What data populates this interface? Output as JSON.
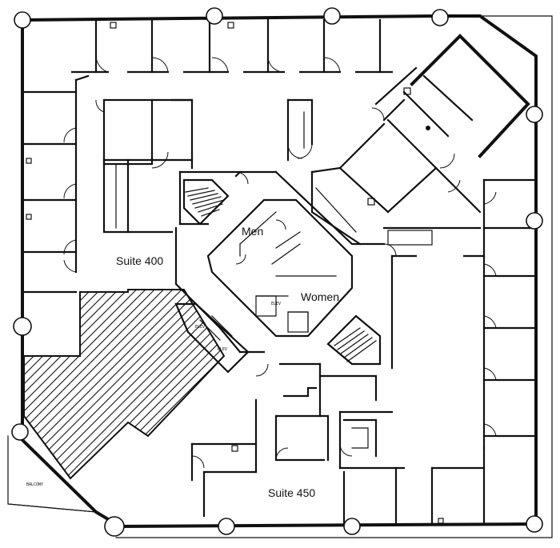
{
  "labels": {
    "suite_400": "Suite 400",
    "suite_450": "Suite 450",
    "men": "Men",
    "women": "Women",
    "elev_1": "ELEV",
    "elev_2": "ELEV",
    "elev_3": "ELEV",
    "balcony": "BALCONY"
  },
  "colors": {
    "wall": "#111111",
    "background": "#ffffff",
    "hatch": "#111111"
  }
}
